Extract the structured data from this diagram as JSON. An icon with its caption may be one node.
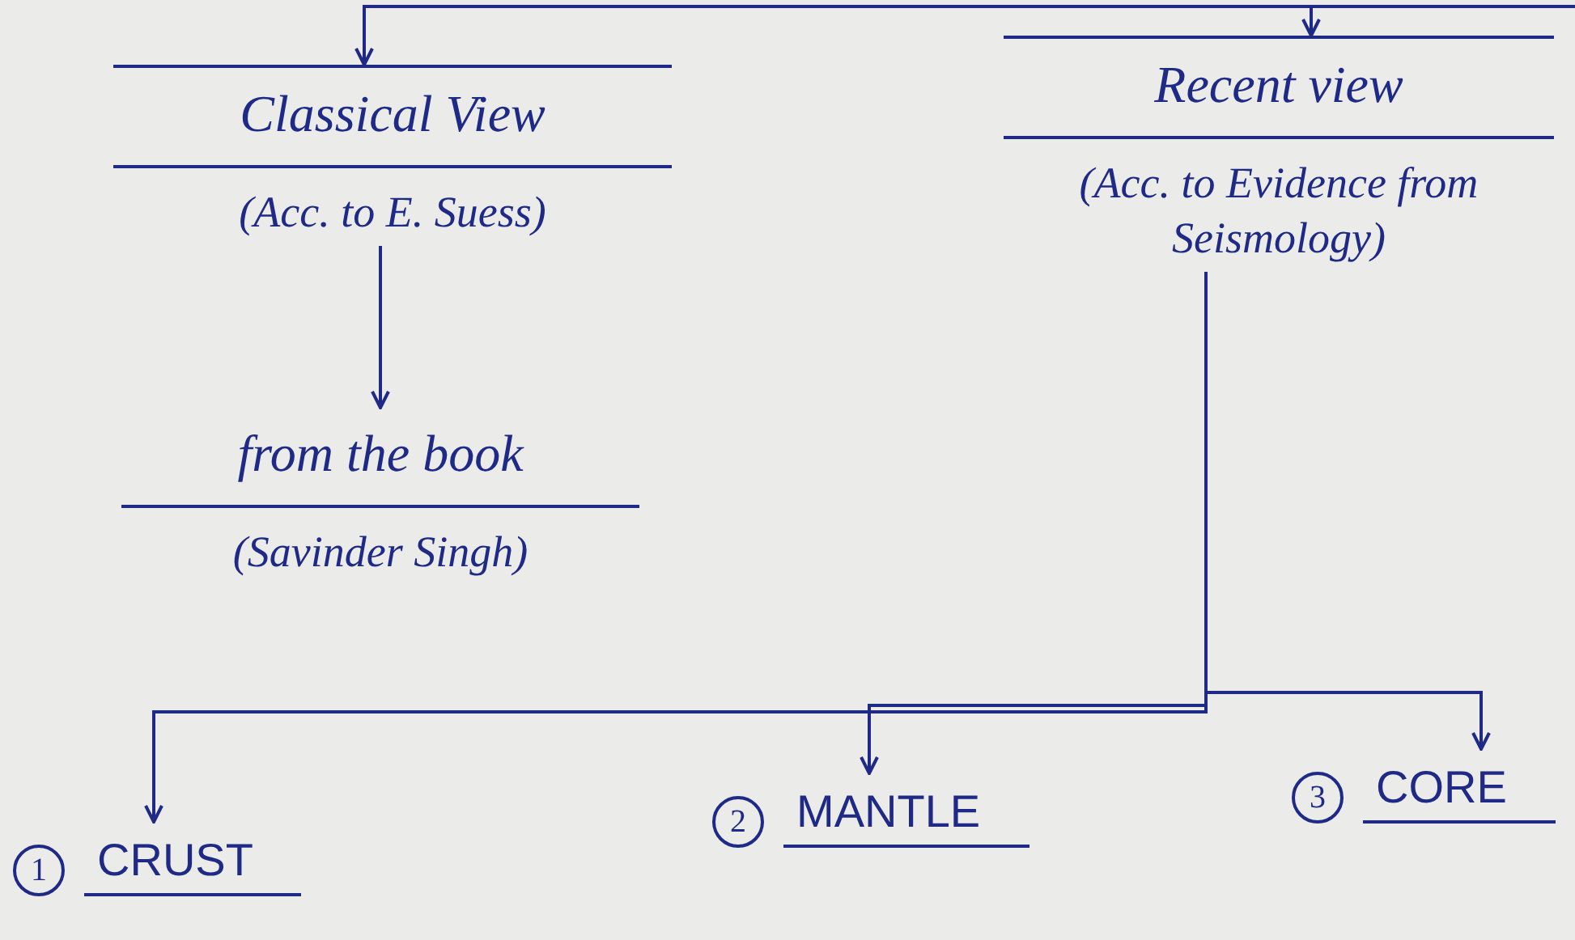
{
  "diagram": {
    "nodes": [
      {
        "text": [
          "Classical View",
          "(Acc. to E. Suess)"
        ]
      },
      {
        "text": [
          "from the book",
          "(Savinder Singh)"
        ]
      },
      {
        "text": [
          "Recent view",
          "(Acc. to Evidence from Seismology)"
        ]
      },
      {
        "text": [
          "1",
          "CRUST"
        ]
      },
      {
        "text": [
          "2",
          "MANTLE"
        ]
      },
      {
        "text": [
          "3",
          "CORE"
        ]
      }
    ],
    "edges": [
      {
        "from": null,
        "to": 0,
        "arrow": "to"
      },
      {
        "from": null,
        "to": 2,
        "arrow": "to"
      },
      {
        "from": 0,
        "to": 1,
        "arrow": "to"
      },
      {
        "from": 2,
        "to": 3,
        "arrow": "to"
      },
      {
        "from": 2,
        "to": 4,
        "arrow": "to"
      },
      {
        "from": 2,
        "to": 5,
        "arrow": "to"
      }
    ]
  }
}
